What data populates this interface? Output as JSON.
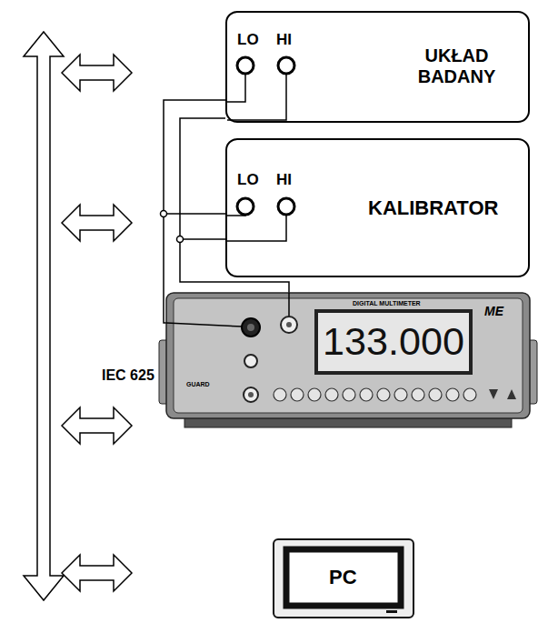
{
  "diagram": {
    "nodes": [
      {
        "text": [
          "LO",
          "HI",
          "UKŁAD BADANY"
        ]
      },
      {
        "text": [
          "LO",
          "HI",
          "KALIBRATOR"
        ]
      },
      {
        "text": [
          "DIGITAL MULTIMETER",
          "133.000",
          "GUARD",
          "ME"
        ]
      },
      {
        "text": [
          "PC"
        ]
      }
    ],
    "edges": [
      {
        "from": 0,
        "to": 2,
        "arrow": "none"
      },
      {
        "from": 1,
        "to": 2,
        "arrow": "none"
      }
    ],
    "labels": [
      "IEC 625"
    ]
  }
}
